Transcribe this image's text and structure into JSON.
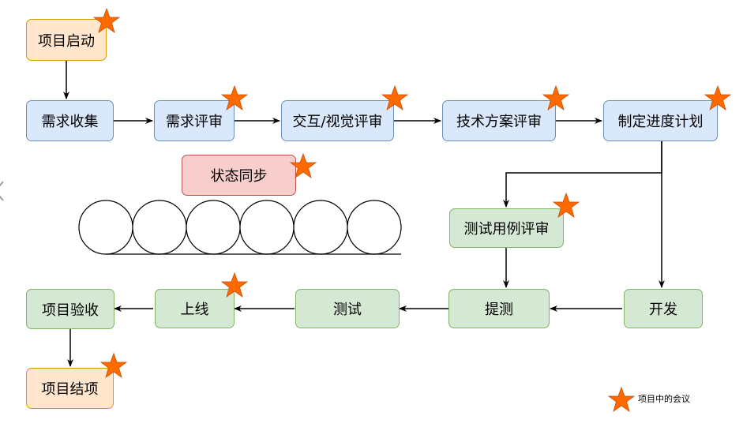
{
  "colors": {
    "star": "#ff6a00",
    "blue_fill": "#dae8fc",
    "orange_fill": "#ffe6cc",
    "green_fill": "#d5e8d4",
    "red_fill": "#f8cecc"
  },
  "nodes": {
    "kickoff": "项目启动",
    "req_collect": "需求收集",
    "req_review": "需求评审",
    "ux_review": "交互/视觉评审",
    "tech_review": "技术方案评审",
    "schedule": "制定进度计划",
    "sync": "状态同步",
    "testcase_review": "测试用例评审",
    "submit_test": "提测",
    "dev": "开发",
    "test": "测试",
    "launch": "上线",
    "acceptance": "项目验收",
    "closure": "项目结项"
  },
  "legend": {
    "label": "项目中的会议",
    "icon": "star-icon"
  }
}
